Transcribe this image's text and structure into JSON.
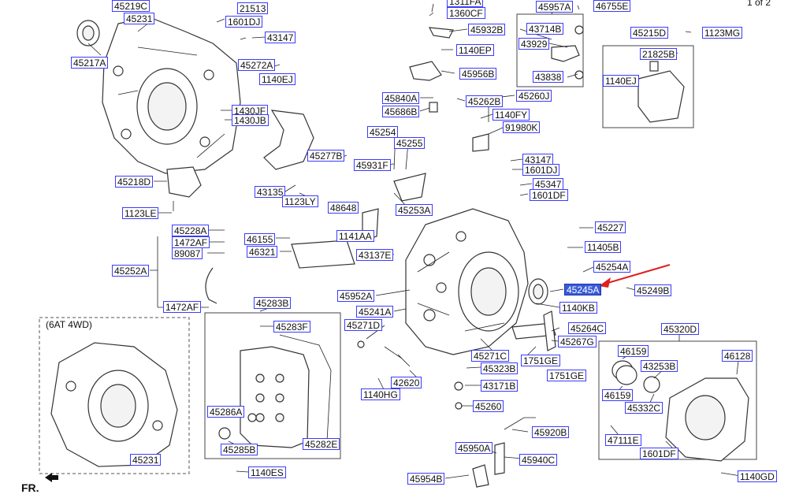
{
  "page_indicator": "1 of 2",
  "variant_label": "(6AT 4WD)",
  "direction_label": "FR.",
  "highlighted_part": "45245A",
  "colors": {
    "label_border": "#3b3bff",
    "highlight_fill": "#3a5bd9",
    "pointer_arrow": "#e02020"
  },
  "labels": {
    "l45219C": "45219C",
    "l45231a": "45231",
    "l45217A": "45217A",
    "l21513": "21513",
    "l1601DJa": "1601DJ",
    "l43147a": "43147",
    "l45272A": "45272A",
    "l1140EJa": "1140EJ",
    "l1430JF": "1430JF",
    "l1430JB": "1430JB",
    "l45218D": "45218D",
    "l1123LE": "1123LE",
    "l43135": "43135",
    "l1123LY": "1123LY",
    "l45277B": "45277B",
    "l45931F": "45931F",
    "l48648": "48648",
    "l45228A": "45228A",
    "l1472AFa": "1472AF",
    "l89087": "89087",
    "l45252A": "45252A",
    "l1472AFb": "1472AF",
    "l46155": "46155",
    "l46321": "46321",
    "l1141AA": "1141AA",
    "l43137E": "43137E",
    "l45254": "45254",
    "l45255": "45255",
    "l45253A": "45253A",
    "l1311FA": "1311FA",
    "l1360CF": "1360CF",
    "l45932B": "45932B",
    "l1140EP": "1140EP",
    "l45956B": "45956B",
    "l45840A": "45840A",
    "l45686B": "45686B",
    "l45262B": "45262B",
    "l45260J": "45260J",
    "l1140FY": "1140FY",
    "l91980K": "91980K",
    "l45957A": "45957A",
    "l46755E": "46755E",
    "l43714B": "43714B",
    "l43929": "43929",
    "l43838": "43838",
    "l45215D": "45215D",
    "l1123MG": "1123MG",
    "l21825B": "21825B",
    "l1140EJb": "1140EJ",
    "l43147b": "43147",
    "l1601DJb": "1601DJ",
    "l45347": "45347",
    "l1601DF": "1601DF",
    "l45227": "45227",
    "l11405B": "11405B",
    "l45254A": "45254A",
    "l45245A": "45245A",
    "l45249B": "45249B",
    "l45952A": "45952A",
    "l45241A": "45241A",
    "l1140KB": "1140KB",
    "l45271D": "45271D",
    "l45264C": "45264C",
    "l45267G": "45267G",
    "l45271C": "45271C",
    "l1751GEa": "1751GE",
    "l45323B": "45323B",
    "l1751GEb": "1751GE",
    "l42620": "42620",
    "l43171B": "43171B",
    "l1140HG": "1140HG",
    "l45260": "45260",
    "l45283B": "45283B",
    "l45283F": "45283F",
    "l45286A": "45286A",
    "l45285B": "45285B",
    "l45282E": "45282E",
    "l1140ES": "1140ES",
    "l45231b": "45231",
    "l45920B": "45920B",
    "l45950A": "45950A",
    "l45940C": "45940C",
    "l45954B": "45954B",
    "l45320D": "45320D",
    "l46159a": "46159",
    "l43253B": "43253B",
    "l46128": "46128",
    "l46159b": "46159",
    "l45332C": "45332C",
    "l47111E": "47111E",
    "l1601DFb": "1601DF",
    "l1140GD": "1140GD"
  }
}
